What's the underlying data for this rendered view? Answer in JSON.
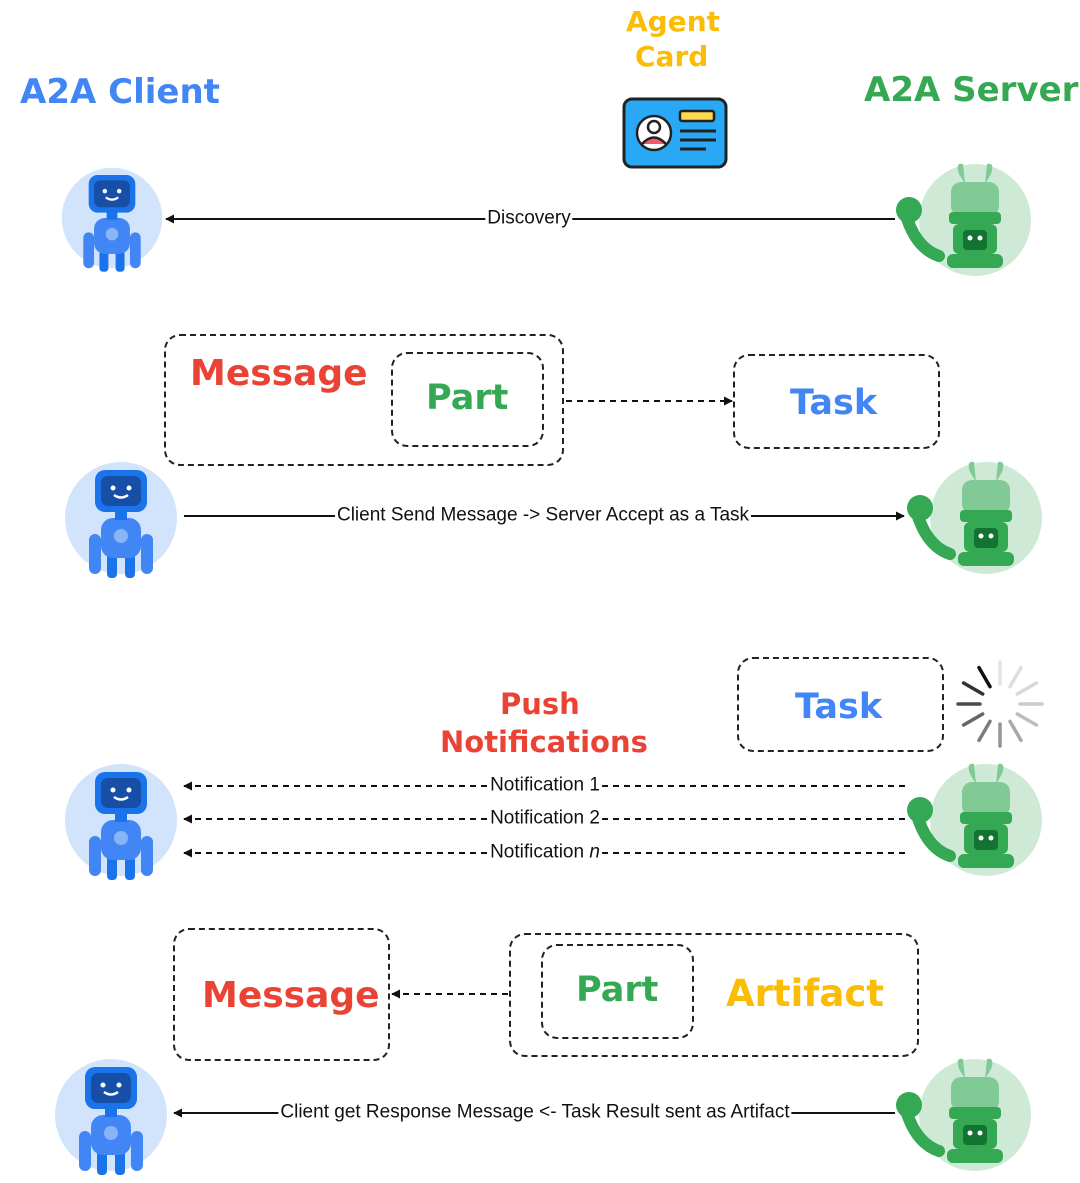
{
  "colors": {
    "client_blue": "#4285f4",
    "server_green": "#34a853",
    "message_red": "#ea4335",
    "card_yellow": "#fbbc04",
    "line_black": "#111111"
  },
  "headers": {
    "client": "A2A Client",
    "server": "A2A Server",
    "agent_card_line1": "Agent",
    "agent_card_line2": "Card"
  },
  "icons": {
    "agent_card": "id-card-icon",
    "client": "blue-robot-icon",
    "server": "green-robot-icon",
    "spinner": "loading-spinner-icon"
  },
  "step1": {
    "arrow_label": "Discovery"
  },
  "step2": {
    "message": "Message",
    "part": "Part",
    "task": "Task",
    "arrow_label": "Client Send Message -> Server Accept as a Task"
  },
  "step3": {
    "title_line1": "Push",
    "title_line2": "Notifications",
    "task": "Task",
    "notifications": [
      {
        "prefix": "Notification ",
        "suffix": "1"
      },
      {
        "prefix": "Notification ",
        "suffix": "2"
      },
      {
        "prefix": "Notification ",
        "suffix": "n"
      }
    ]
  },
  "step4": {
    "message": "Message",
    "part": "Part",
    "artifact": "Artifact",
    "arrow_label": "Client get Response Message <- Task Result sent as Artifact"
  }
}
